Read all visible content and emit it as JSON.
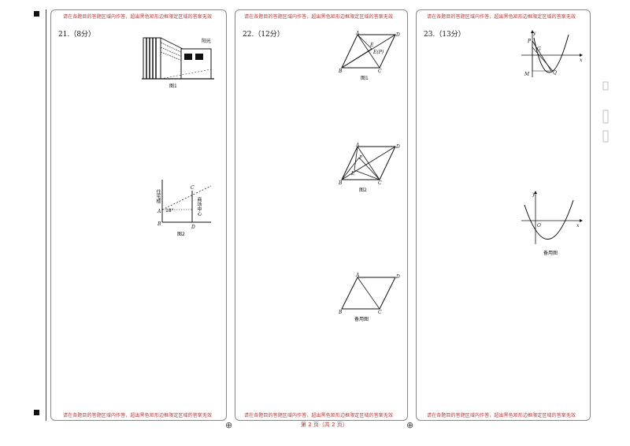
{
  "warning_text": "请在各题目的答题区域内作答，超出黑色矩形边框限定区域的答案无效",
  "q21": {
    "title": "21.（8分）",
    "fig1_caption": "图1",
    "fig1_label_sun": "阳光",
    "fig2_caption": "图2",
    "fig2_label_building": "住宅楼",
    "fig2_label_center": "商场中心",
    "fig2_angle": "18°",
    "points": {
      "A": "A",
      "B": "B",
      "C": "C",
      "D": "D"
    }
  },
  "q22": {
    "title": "22.（12分）",
    "fig1_caption": "图1",
    "fig2_caption": "图2",
    "spare_caption": "备用图",
    "label_EP": "E(P)",
    "points": {
      "A": "A",
      "B": "B",
      "C": "C",
      "D": "D",
      "E": "E",
      "P": "P"
    }
  },
  "q23": {
    "title": "23.（13分）",
    "spare_caption": "备用图",
    "points": {
      "y": "y",
      "x": "x",
      "P": "P",
      "G": "G",
      "M": "M",
      "O": "O",
      "Q": "Q"
    }
  },
  "footer": {
    "page": "第 2 页（共 2 页）"
  },
  "registration_mark": "⊕"
}
